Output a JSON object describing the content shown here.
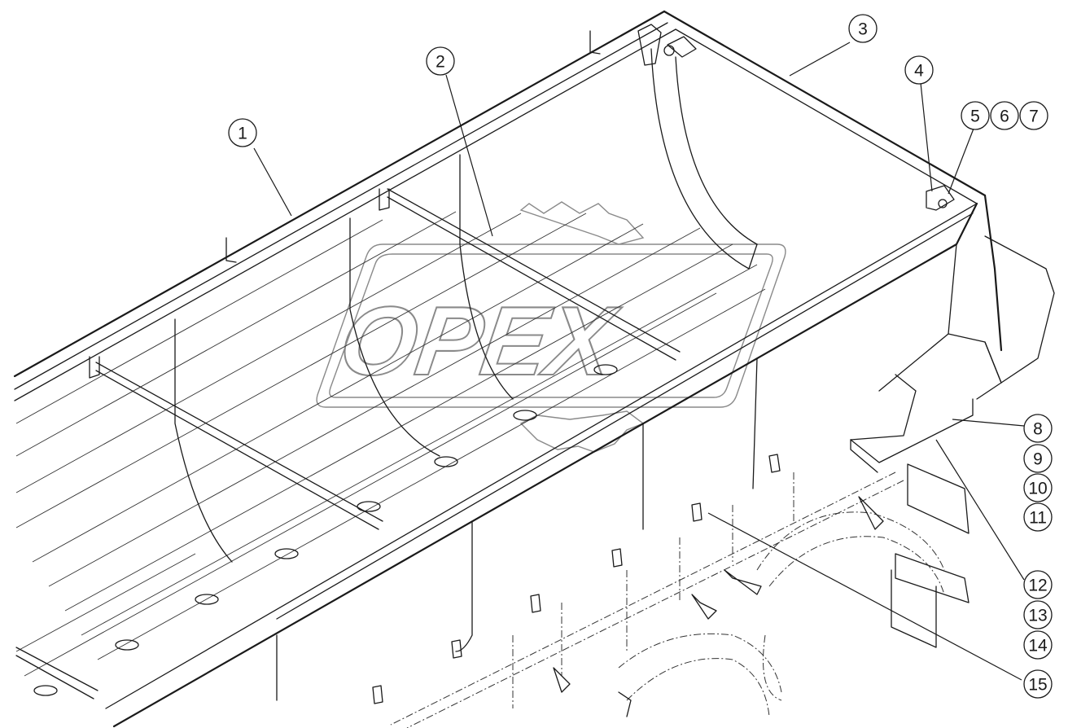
{
  "watermark": {
    "text": "OPEX",
    "color": "#8a8a8a"
  },
  "callouts": [
    {
      "id": "1",
      "label": "1"
    },
    {
      "id": "2",
      "label": "2"
    },
    {
      "id": "3",
      "label": "3"
    },
    {
      "id": "4",
      "label": "4"
    },
    {
      "id": "5",
      "label": "5"
    },
    {
      "id": "6",
      "label": "6"
    },
    {
      "id": "7",
      "label": "7"
    },
    {
      "id": "8",
      "label": "8"
    },
    {
      "id": "9",
      "label": "9"
    },
    {
      "id": "10",
      "label": "10"
    },
    {
      "id": "11",
      "label": "11"
    },
    {
      "id": "12",
      "label": "12"
    },
    {
      "id": "13",
      "label": "13"
    },
    {
      "id": "14",
      "label": "14"
    },
    {
      "id": "15",
      "label": "15"
    }
  ]
}
